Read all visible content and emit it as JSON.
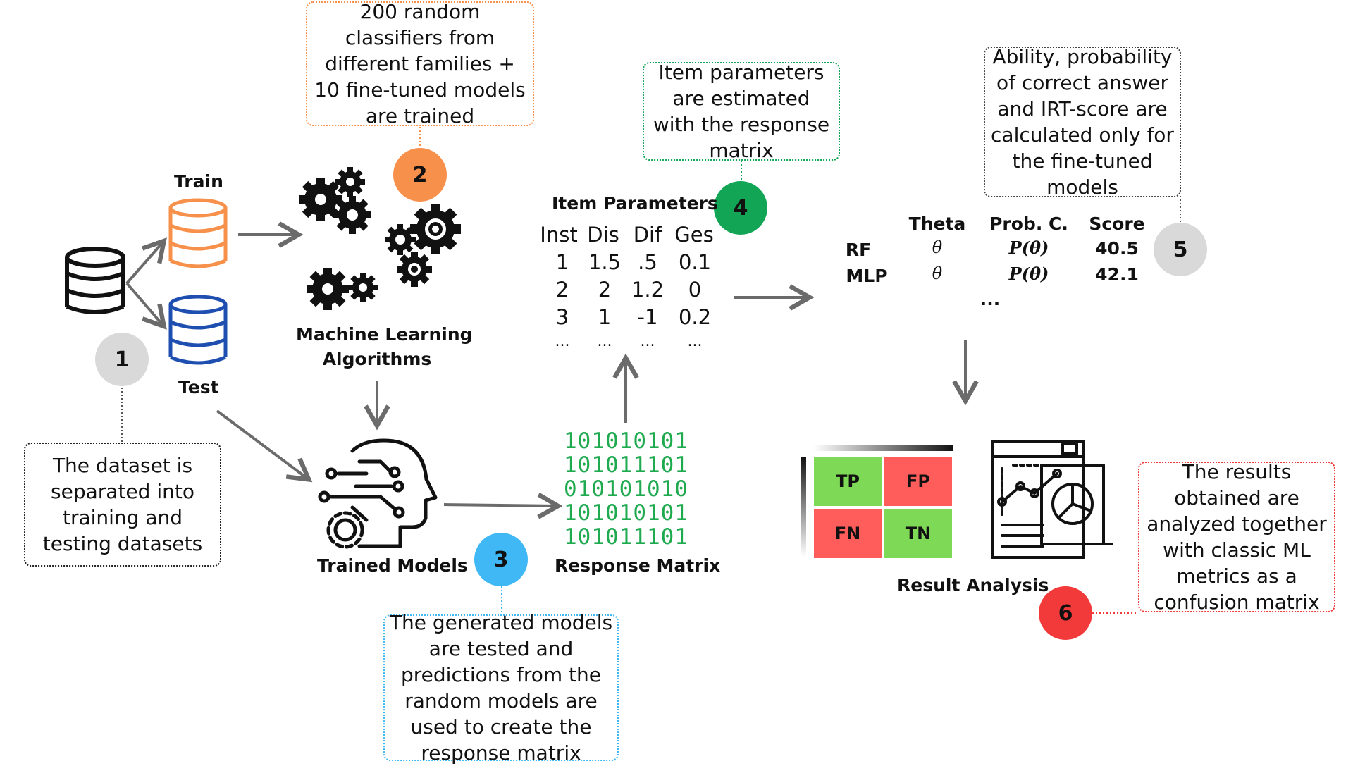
{
  "colors": {
    "step1": "#d9d9d9",
    "step2": "#f7904a",
    "step3": "#3fb8f5",
    "step4": "#12a556",
    "step5": "#d9d9d9",
    "step6": "#f23a3a",
    "train": "#f7904a",
    "test": "#1e4fb0",
    "binary": "#1faa4f",
    "tp_tn": "#7ed957",
    "fp_fn": "#ff5c5c"
  },
  "steps": [
    {
      "number": "1",
      "text": "The dataset is separated into training and testing datasets"
    },
    {
      "number": "2",
      "text": "200 random classifiers from different families + 10 fine-tuned models are trained"
    },
    {
      "number": "3",
      "text": "The generated models are tested and predictions from the random models are used to create the response matrix"
    },
    {
      "number": "4",
      "text": "Item parameters are estimated with the response matrix"
    },
    {
      "number": "5",
      "text": "Ability, probability of correct answer and IRT-score are calculated only for the fine-tuned models"
    },
    {
      "number": "6",
      "text": "The results obtained are analyzed together with classic ML metrics as a confusion matrix"
    }
  ],
  "labels": {
    "train": "Train",
    "test": "Test",
    "ml_algorithms_1": "Machine Learning",
    "ml_algorithms_2": "Algorithms",
    "trained_models": "Trained Models",
    "response_matrix": "Response Matrix",
    "item_parameters": "Item Parameters",
    "result_analysis": "Result Analysis"
  },
  "binary_rows": [
    "101010101",
    "101011101",
    "010101010",
    "101010101",
    "101011101"
  ],
  "item_table": {
    "columns": [
      "Inst",
      "Dis",
      "Dif",
      "Ges"
    ],
    "rows": [
      [
        "1",
        "1.5",
        ".5",
        "0.1"
      ],
      [
        "2",
        "2",
        "1.2",
        "0"
      ],
      [
        "3",
        "1",
        "-1",
        "0.2"
      ],
      [
        "...",
        "...",
        "...",
        "..."
      ]
    ]
  },
  "score_table": {
    "columns": [
      "Theta",
      "Prob. C.",
      "Score"
    ],
    "rows": [
      {
        "model": "RF",
        "theta": "θ",
        "prob": "P(θ)",
        "score": "40.5"
      },
      {
        "model": "MLP",
        "theta": "θ",
        "prob": "P(θ)",
        "score": "42.1"
      }
    ],
    "ellipsis": "..."
  },
  "confusion_matrix": {
    "tp": "TP",
    "fp": "FP",
    "fn": "FN",
    "tn": "TN"
  },
  "icons": [
    "database-icon",
    "gears-icon",
    "ai-head-icon",
    "report-chart-icon"
  ]
}
